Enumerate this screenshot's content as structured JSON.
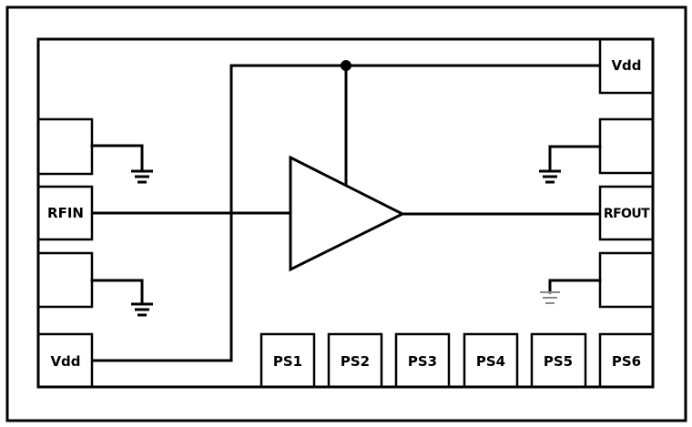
{
  "diagram": {
    "type": "amplifier-block-diagram",
    "description": "RF amplifier chip pinout with bond pads",
    "pads": {
      "left": [
        {
          "id": "left-gnd-top",
          "label": "",
          "connection": "ground"
        },
        {
          "id": "rfin",
          "label": "RFIN",
          "connection": "amplifier-input"
        },
        {
          "id": "left-gnd-bottom",
          "label": "",
          "connection": "ground"
        },
        {
          "id": "vdd-left",
          "label": "Vdd",
          "connection": "supply"
        }
      ],
      "right": [
        {
          "id": "vdd-right",
          "label": "Vdd",
          "connection": "supply"
        },
        {
          "id": "right-gnd-top",
          "label": "",
          "connection": "ground"
        },
        {
          "id": "rfout",
          "label": "RFOUT",
          "connection": "amplifier-output"
        },
        {
          "id": "right-gnd-bottom",
          "label": "",
          "connection": "ground"
        }
      ],
      "bottom": [
        {
          "id": "ps1",
          "label": "PS1"
        },
        {
          "id": "ps2",
          "label": "PS2"
        },
        {
          "id": "ps3",
          "label": "PS3"
        },
        {
          "id": "ps4",
          "label": "PS4"
        },
        {
          "id": "ps5",
          "label": "PS5"
        },
        {
          "id": "ps6",
          "label": "PS6"
        }
      ]
    },
    "components": {
      "amplifier": {
        "symbol": "triangle",
        "input": "RFIN",
        "output": "RFOUT",
        "supply": "Vdd"
      },
      "junction": {
        "symbol": "dot",
        "nets": [
          "Vdd-left",
          "Vdd-right",
          "amplifier-supply"
        ]
      }
    },
    "colors": {
      "line": "#000000",
      "background": "#ffffff",
      "faint_ground": "#8a8a8a"
    }
  }
}
